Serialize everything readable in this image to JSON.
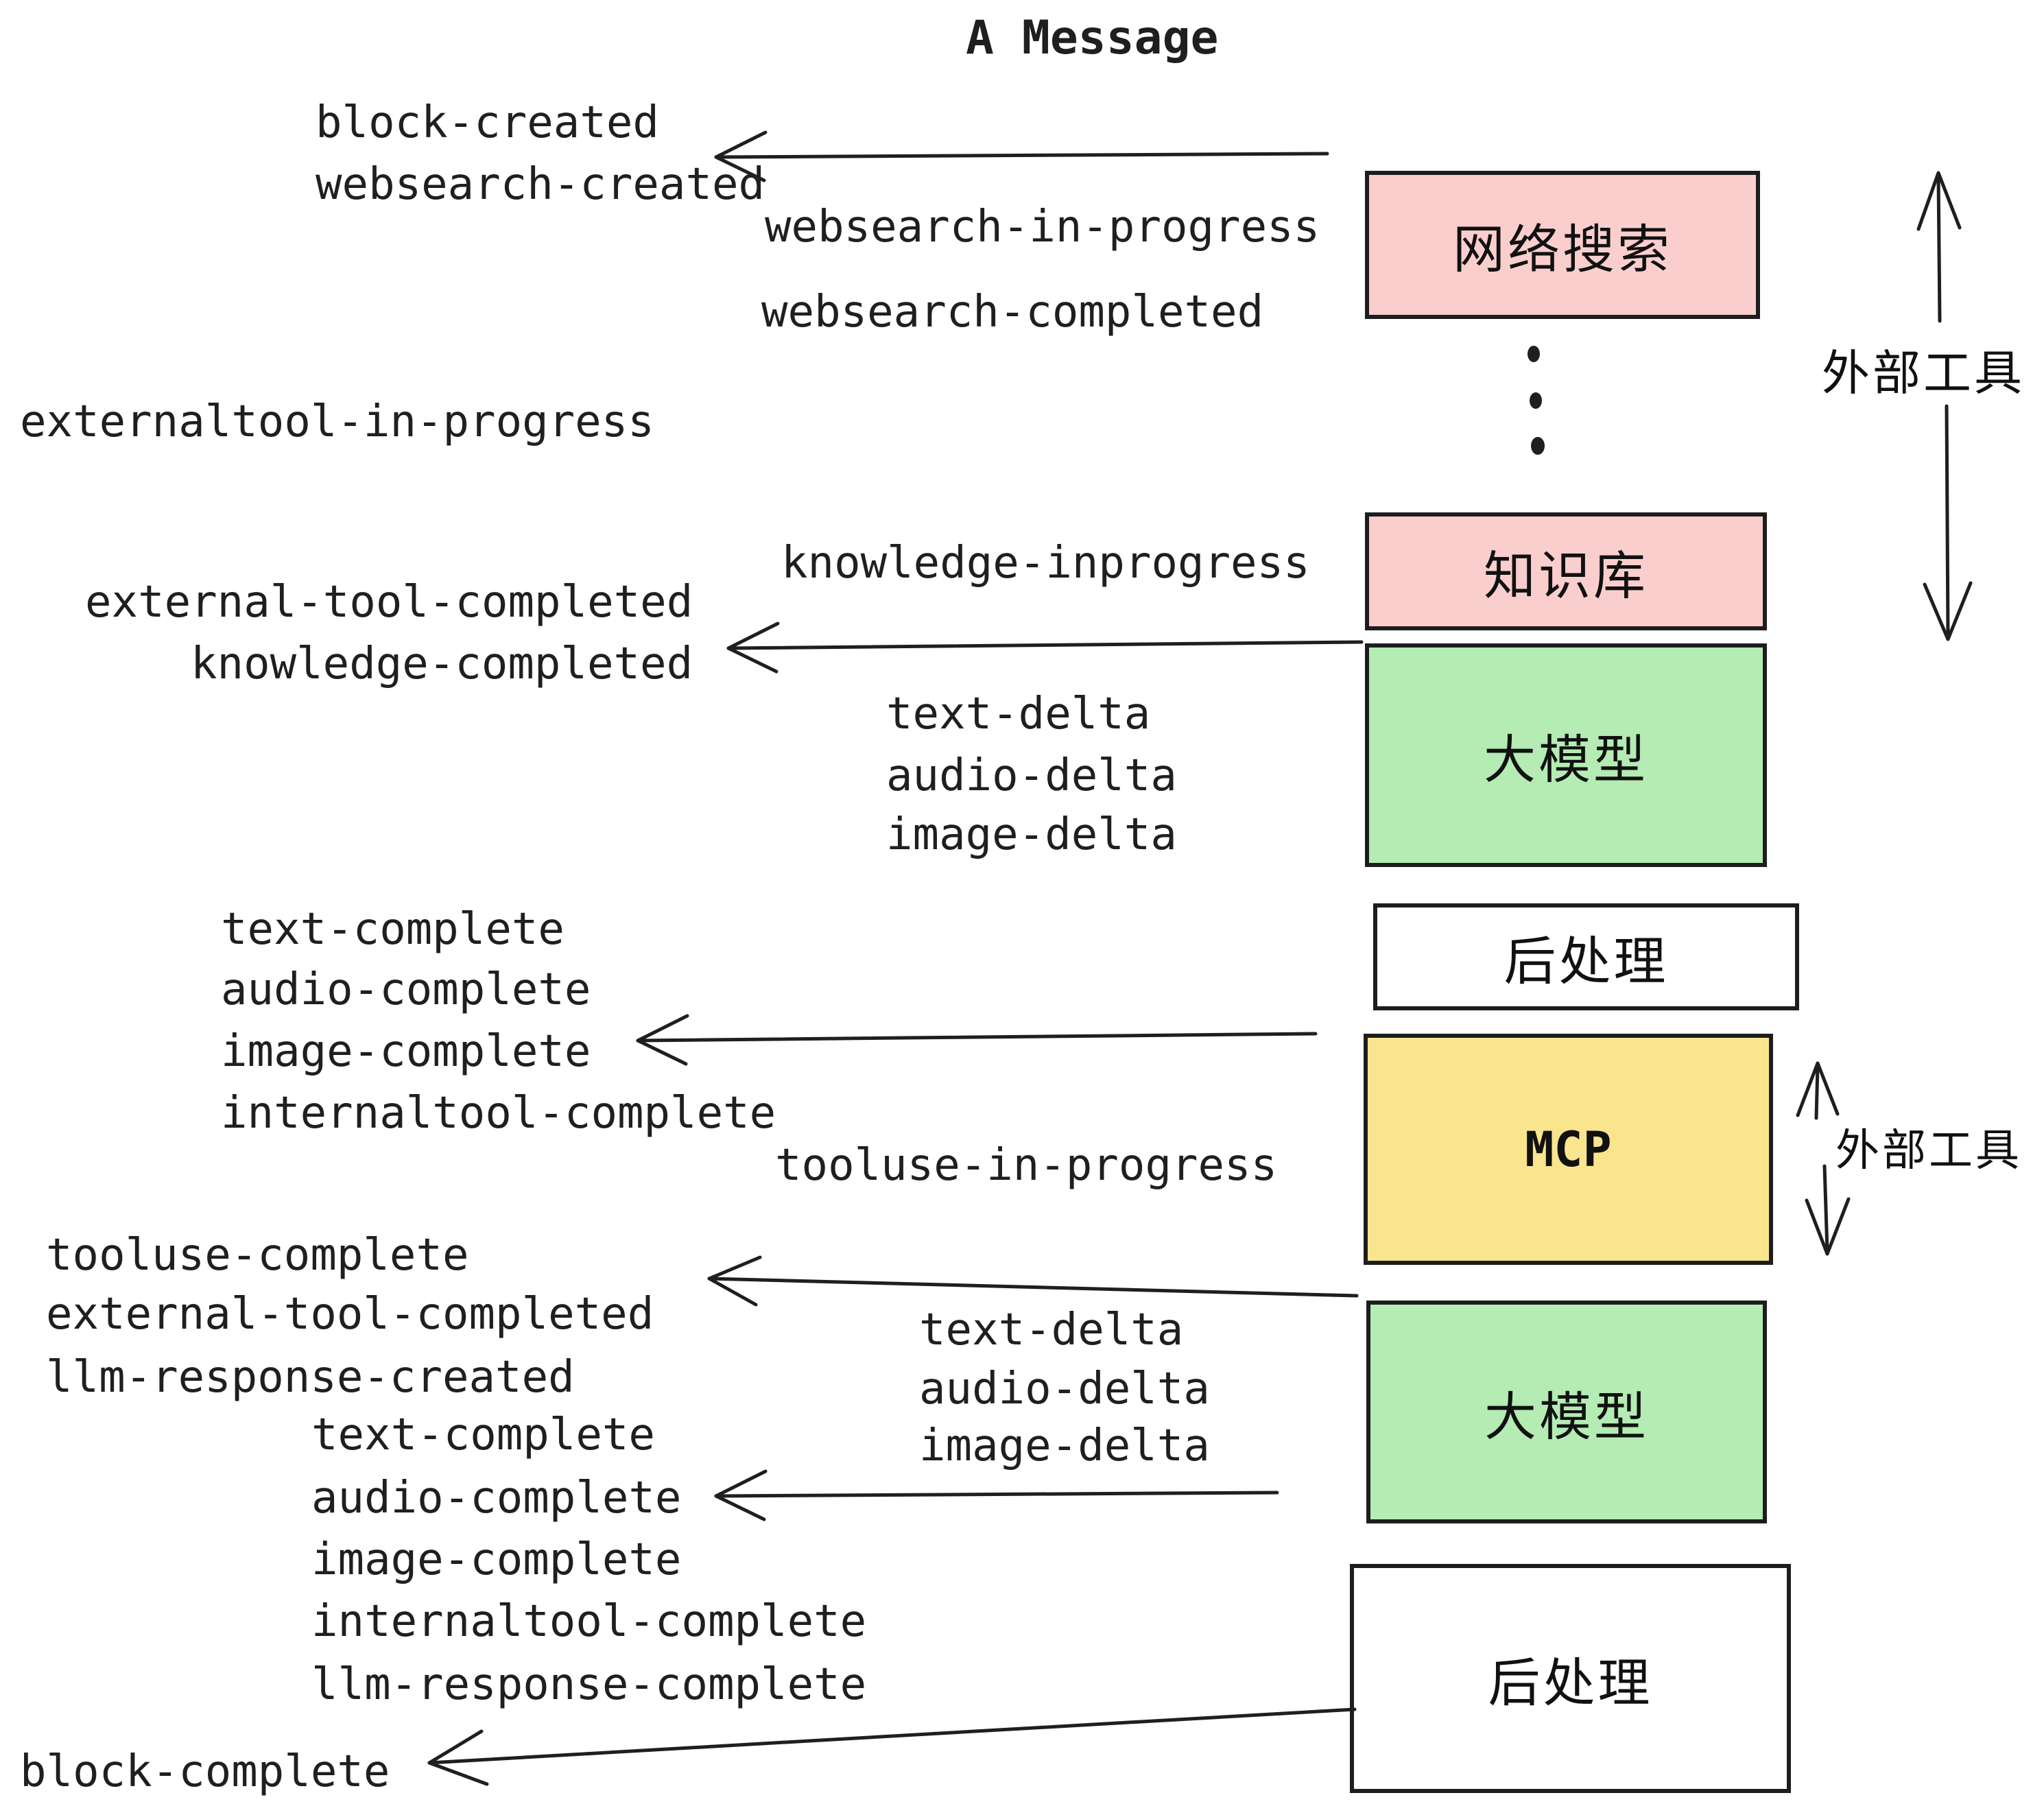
{
  "title": "A Message",
  "colors": {
    "pink": "#fbcece",
    "green": "#b4ecb4",
    "yellow": "#fae58f",
    "white": "#ffffff",
    "ink": "#1f1f1f"
  },
  "boxes": [
    {
      "id": "websearch",
      "label": "网络搜索",
      "color": "pink"
    },
    {
      "id": "knowledge",
      "label": "知识库",
      "color": "pink"
    },
    {
      "id": "llm-1",
      "label": "大模型",
      "color": "green"
    },
    {
      "id": "post-1",
      "label": "后处理",
      "color": "white"
    },
    {
      "id": "mcp",
      "label": "MCP",
      "color": "yellow"
    },
    {
      "id": "llm-2",
      "label": "大模型",
      "color": "green"
    },
    {
      "id": "post-2",
      "label": "后处理",
      "color": "white"
    }
  ],
  "side_labels": [
    {
      "text": "外部工具"
    },
    {
      "text": "外部工具"
    }
  ],
  "events": [
    {
      "text": "block-created"
    },
    {
      "text": "websearch-created"
    },
    {
      "text": "websearch-in-progress"
    },
    {
      "text": "websearch-completed"
    },
    {
      "text": "externaltool-in-progress"
    },
    {
      "text": "knowledge-inprogress"
    },
    {
      "text": "external-tool-completed"
    },
    {
      "text": "knowledge-completed"
    },
    {
      "text": "text-delta"
    },
    {
      "text": "audio-delta"
    },
    {
      "text": "image-delta"
    },
    {
      "text": "text-complete"
    },
    {
      "text": "audio-complete"
    },
    {
      "text": "image-complete"
    },
    {
      "text": "internaltool-complete"
    },
    {
      "text": "tooluse-in-progress"
    },
    {
      "text": "tooluse-complete"
    },
    {
      "text": "external-tool-completed"
    },
    {
      "text": "llm-response-created"
    },
    {
      "text": "text-delta"
    },
    {
      "text": "audio-delta"
    },
    {
      "text": "image-delta"
    },
    {
      "text": "text-complete"
    },
    {
      "text": "audio-complete"
    },
    {
      "text": "image-complete"
    },
    {
      "text": "internaltool-complete"
    },
    {
      "text": "llm-response-complete"
    },
    {
      "text": "block-complete"
    }
  ]
}
